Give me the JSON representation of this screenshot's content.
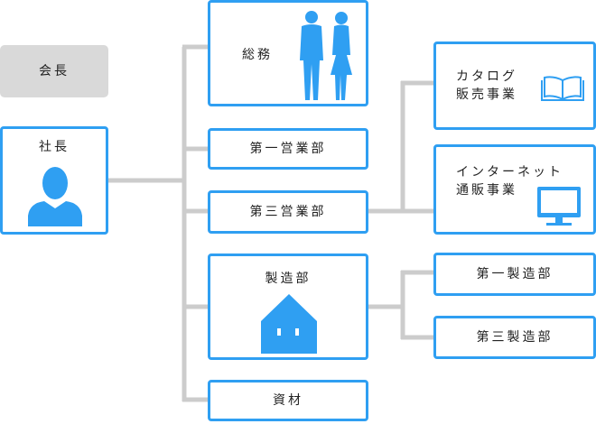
{
  "chairman": {
    "label": "会長"
  },
  "president": {
    "label": "社長",
    "icon": "person-silhouette-icon"
  },
  "departments": {
    "general_affairs": {
      "label": "総務",
      "icon": "business-people-icon"
    },
    "sales_1": {
      "label": "第一営業部"
    },
    "sales_3": {
      "label": "第三営業部"
    },
    "manufacturing": {
      "label": "製造部",
      "icon": "factory-house-icon"
    },
    "materials": {
      "label": "資材"
    }
  },
  "businesses": {
    "catalog": {
      "label": "カタログ\n販売事業",
      "icon": "open-book-icon"
    },
    "internet": {
      "label": "インターネット\n通販事業",
      "icon": "monitor-icon"
    }
  },
  "factories": {
    "factory_1": {
      "label": "第一製造部"
    },
    "factory_3": {
      "label": "第三製造部"
    }
  },
  "colors": {
    "accent": "#2f9ff2",
    "connector": "#cccccc",
    "chairman_bg": "#d9d9d9"
  }
}
